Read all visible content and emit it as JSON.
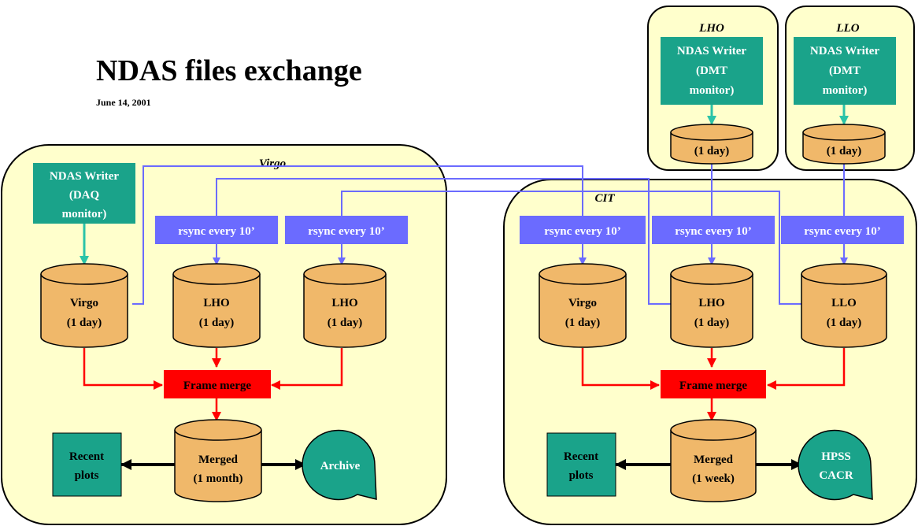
{
  "title": "NDAS files exchange",
  "date": "June 14, 2001",
  "colors": {
    "region_fill": "#ffffcc",
    "cylinder_fill": "#f0b86a",
    "writer_fill": "#1aa38a",
    "rsync_fill": "#6b6bff",
    "merge_fill": "#ff0000",
    "blue_line": "#6b6bff",
    "green_arrow": "#2bc3a8",
    "red_arrow": "#ff0000",
    "black_arrow": "#000000"
  },
  "regions": {
    "virgo": "Virgo",
    "cit": "CIT",
    "lho": "LHO",
    "llo": "LLO"
  },
  "lho_site": {
    "writer": [
      "NDAS Writer",
      "(DMT",
      "monitor)"
    ],
    "disk": "(1 day)"
  },
  "llo_site": {
    "writer": [
      "NDAS Writer",
      "(DMT",
      "monitor)"
    ],
    "disk": "(1 day)"
  },
  "virgo_site": {
    "writer": [
      "NDAS Writer",
      "(DAQ",
      "monitor)"
    ],
    "rsync_1": "rsync every 10’",
    "rsync_2": "rsync every 10’",
    "disk_virgo": [
      "Virgo",
      "(1 day)"
    ],
    "disk_lho_1": [
      "LHO",
      "(1 day)"
    ],
    "disk_lho_2": [
      "LHO",
      "(1 day)"
    ],
    "merge": "Frame merge",
    "merged": [
      "Merged",
      "(1 month)"
    ],
    "plots": [
      "Recent",
      "plots"
    ],
    "archive": "Archive"
  },
  "cit_site": {
    "rsync_1": "rsync every 10’",
    "rsync_2": "rsync every 10’",
    "rsync_3": "rsync every 10’",
    "disk_virgo": [
      "Virgo",
      "(1 day)"
    ],
    "disk_lho": [
      "LHO",
      "(1 day)"
    ],
    "disk_llo": [
      "LLO",
      "(1 day)"
    ],
    "merge": "Frame merge",
    "merged": [
      "Merged",
      "(1 week)"
    ],
    "plots": [
      "Recent",
      "plots"
    ],
    "archive": [
      "HPSS",
      "CACR"
    ]
  }
}
